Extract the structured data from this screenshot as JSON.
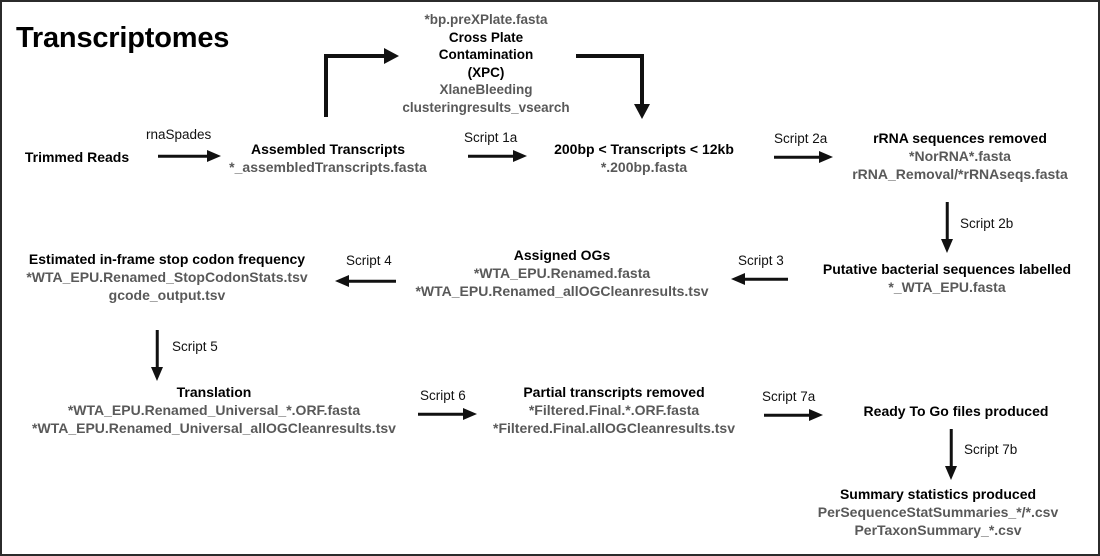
{
  "diagram": {
    "title": "Transcriptomes",
    "type": "flowchart",
    "colors": {
      "title_text": "#000000",
      "node_title": "#000000",
      "file_text": "#595959",
      "arrow": "#111111",
      "background": "#ffffff",
      "border": "#2b2b2b"
    }
  },
  "nodes": {
    "trimmed_reads": {
      "title": "Trimmed Reads",
      "files": []
    },
    "assembled_transcripts": {
      "title": "Assembled Transcripts",
      "files": [
        "*_assembledTranscripts.fasta"
      ]
    },
    "xpc": {
      "file_top": "*bp.preXPlate.fasta",
      "title_line1": "Cross Plate",
      "title_line2": "Contamination",
      "title_line3": "(XPC)",
      "file_bottom1": "XlaneBleeding",
      "file_bottom2": "clusteringresults_vsearch"
    },
    "size_filtered": {
      "title": "200bp < Transcripts < 12kb",
      "files": [
        "*.200bp.fasta"
      ]
    },
    "rrna_removed": {
      "title": "rRNA sequences removed",
      "files": [
        "*NorRNA*.fasta",
        "rRNA_Removal/*rRNAseqs.fasta"
      ]
    },
    "bacterial_labelled": {
      "title": "Putative bacterial sequences labelled",
      "files": [
        "*_WTA_EPU.fasta"
      ]
    },
    "assigned_ogs": {
      "title": "Assigned OGs",
      "files": [
        "*WTA_EPU.Renamed.fasta",
        "*WTA_EPU.Renamed_allOGCleanresults.tsv"
      ]
    },
    "stop_codon": {
      "title": "Estimated in-frame stop codon frequency",
      "files": [
        "*WTA_EPU.Renamed_StopCodonStats.tsv",
        "gcode_output.tsv"
      ]
    },
    "translation": {
      "title": "Translation",
      "files": [
        "*WTA_EPU.Renamed_Universal_*.ORF.fasta",
        "*WTA_EPU.Renamed_Universal_allOGCleanresults.tsv"
      ]
    },
    "partial_removed": {
      "title": "Partial transcripts removed",
      "files": [
        "*Filtered.Final.*.ORF.fasta",
        "*Filtered.Final.allOGCleanresults.tsv"
      ]
    },
    "ready_to_go": {
      "title": "Ready To Go files produced",
      "files": []
    },
    "summary_stats": {
      "title": "Summary statistics produced",
      "files": [
        "PerSequenceStatSummaries_*/*.csv",
        "PerTaxonSummary_*.csv"
      ]
    }
  },
  "edges": {
    "rnaspades": "rnaSpades",
    "script_1a": "Script 1a",
    "script_2a": "Script 2a",
    "script_2b": "Script 2b",
    "script_3": "Script 3",
    "script_4": "Script 4",
    "script_5": "Script 5",
    "script_6": "Script 6",
    "script_7a": "Script 7a",
    "script_7b": "Script 7b"
  }
}
